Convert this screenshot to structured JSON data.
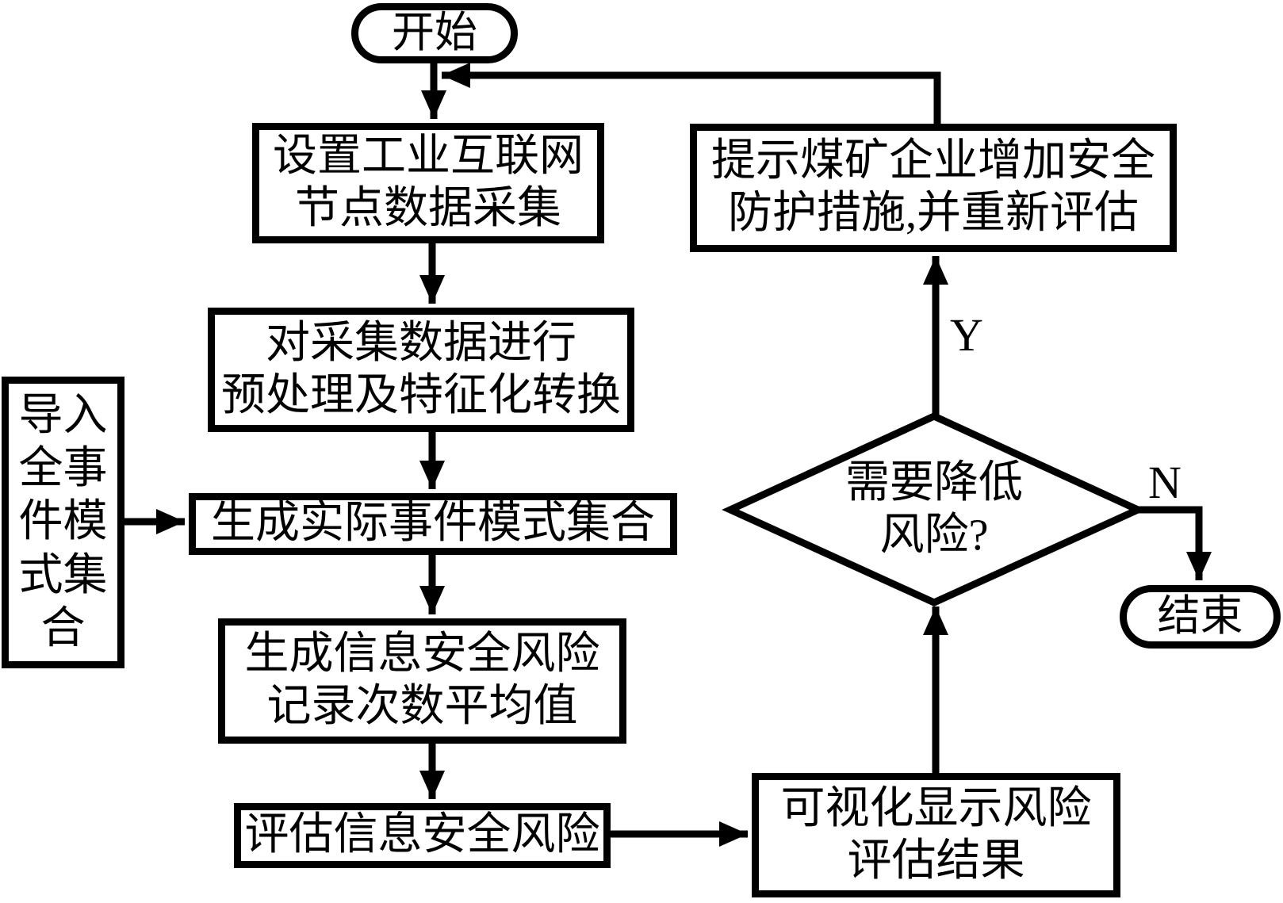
{
  "flowchart": {
    "background_color": "#ffffff",
    "line_color": "#000000",
    "nodes": {
      "start": "开始",
      "setup_collection": "设置工业互联网\n节点数据采集",
      "preprocess": "对采集数据进行\n预处理及特征化转换",
      "import_patterns": "导入全事件模式集合",
      "generate_patterns": "生成实际事件模式集合",
      "risk_average": "生成信息安全风险\n记录次数平均值",
      "assess_risk": "评估信息安全风险",
      "visualize": "可视化显示风险\n评估结果",
      "decision": "需要降低\n风险?",
      "remind": "提示煤矿企业增加安全\n防护措施,并重新评估",
      "end": "结束"
    },
    "edge_labels": {
      "yes": "Y",
      "no": "N"
    }
  }
}
